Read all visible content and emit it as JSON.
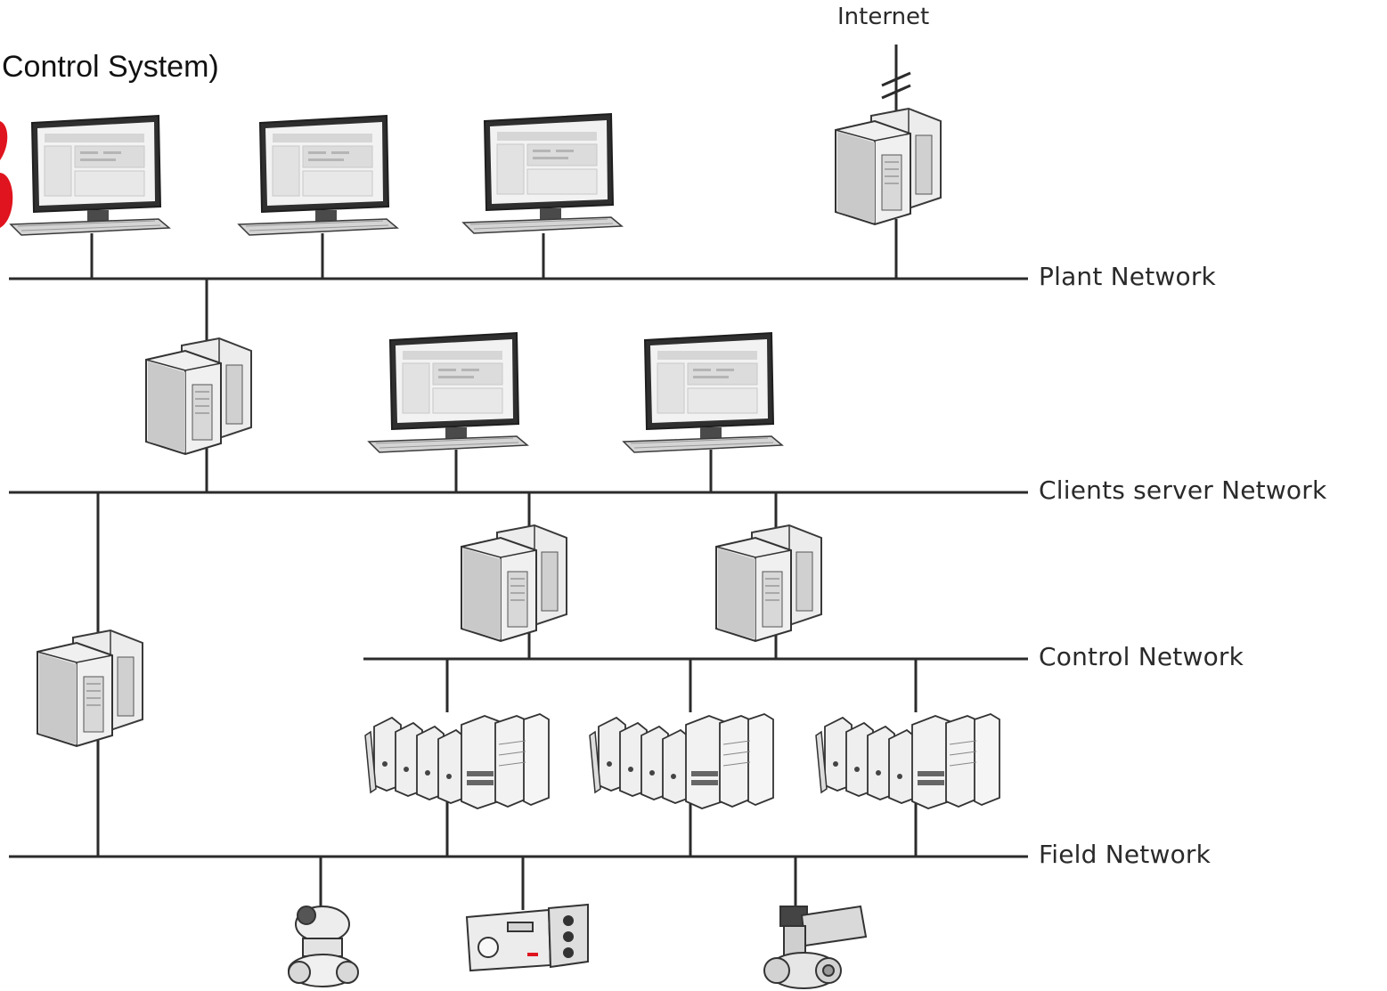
{
  "title": "Control System)",
  "internet": "Internet",
  "networks": {
    "plant": "Plant Network",
    "clients": "Clients server Network",
    "control": "Control Network",
    "field": "Field Network"
  },
  "colors": {
    "line": "#2b2b2b",
    "device_fill": "#e6e6e6",
    "device_stroke": "#3a3a3a",
    "accent_red": "#e0141e"
  },
  "devices": {
    "plant_workstations": [
      "workstation-icon",
      "workstation-icon",
      "workstation-icon"
    ],
    "plant_server": "server-icon",
    "client_server": "server-icon",
    "client_workstations": [
      "workstation-icon",
      "workstation-icon"
    ],
    "control_servers": [
      "server-icon",
      "server-icon"
    ],
    "field_server": "server-icon",
    "controllers": [
      "io-rack-icon",
      "io-rack-icon",
      "io-rack-icon"
    ],
    "field_devices": [
      "valve-actuator-icon",
      "positioner-icon",
      "control-valve-icon"
    ]
  }
}
